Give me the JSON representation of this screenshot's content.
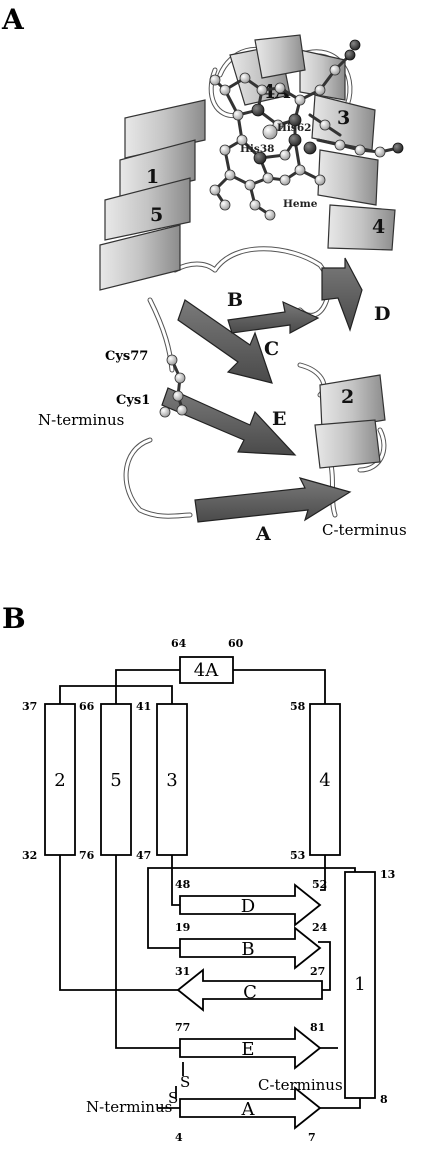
{
  "panel_a": {
    "label": "A",
    "helices": [
      "1",
      "2",
      "3",
      "4",
      "4A",
      "5"
    ],
    "strands": [
      "A",
      "B",
      "C",
      "D",
      "E"
    ],
    "residues": {
      "his62": "His62",
      "his38": "His38",
      "heme": "Heme",
      "cys77": "Cys77",
      "cys1": "Cys1"
    },
    "n_terminus": "N-terminus",
    "c_terminus": "C-terminus"
  },
  "panel_b": {
    "label": "B",
    "helix_4a": {
      "label": "4A",
      "start": "64",
      "end": "60"
    },
    "helix_2": {
      "label": "2",
      "top": "37",
      "bottom": "32"
    },
    "helix_5": {
      "label": "5",
      "top": "66",
      "bottom": "76"
    },
    "helix_3": {
      "label": "3",
      "top": "41",
      "bottom": "47"
    },
    "helix_4": {
      "label": "4",
      "top": "58",
      "bottom": "53"
    },
    "helix_1": {
      "label": "1",
      "top": "13",
      "bottom": "8"
    },
    "strand_d": {
      "label": "D",
      "start": "48",
      "end": "52"
    },
    "strand_b": {
      "label": "B",
      "start": "19",
      "end": "24"
    },
    "strand_c": {
      "label": "C",
      "start": "27",
      "end": "31"
    },
    "strand_e": {
      "label": "E",
      "start": "77",
      "end": "81"
    },
    "strand_a": {
      "label": "A",
      "start": "4",
      "end": "7"
    },
    "disulfide": {
      "s1": "S",
      "s2": "S"
    },
    "n_terminus": "N-terminus",
    "c_terminus": "C-terminus"
  }
}
